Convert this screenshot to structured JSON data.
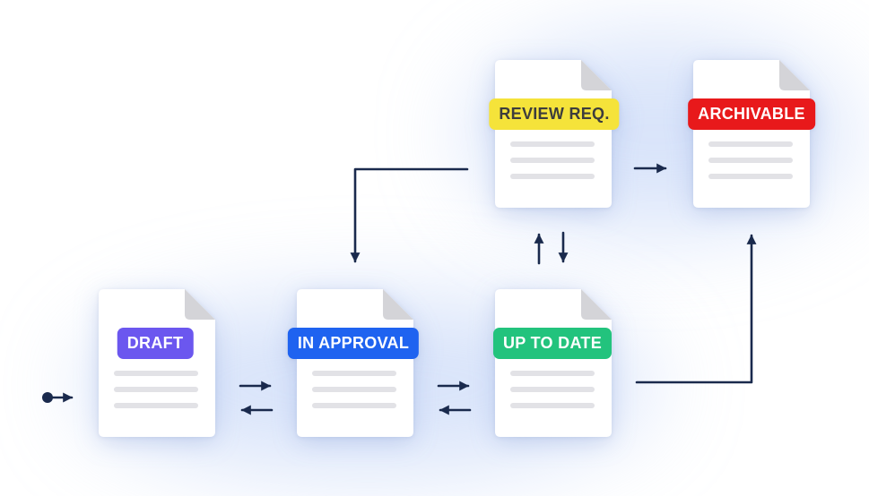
{
  "statuses": {
    "draft": {
      "label": "DRAFT",
      "bg": "#6b57ef",
      "fg": "#ffffff"
    },
    "in_approval": {
      "label": "IN APPROVAL",
      "bg": "#1f63f0",
      "fg": "#ffffff"
    },
    "up_to_date": {
      "label": "UP TO DATE",
      "bg": "#22c37d",
      "fg": "#ffffff"
    },
    "review_req": {
      "label": "REVIEW REQ.",
      "bg": "#f5e33a",
      "fg": "#3d3d3d"
    },
    "archivable": {
      "label": "ARCHIVABLE",
      "bg": "#e8191b",
      "fg": "#ffffff"
    }
  },
  "colors": {
    "connector": "#1a2a4d",
    "paper": "#ffffff",
    "fold": "#d4d4d8",
    "line": "#e2e2e6"
  },
  "icons": {
    "start": "start-dot-arrow-icon"
  }
}
